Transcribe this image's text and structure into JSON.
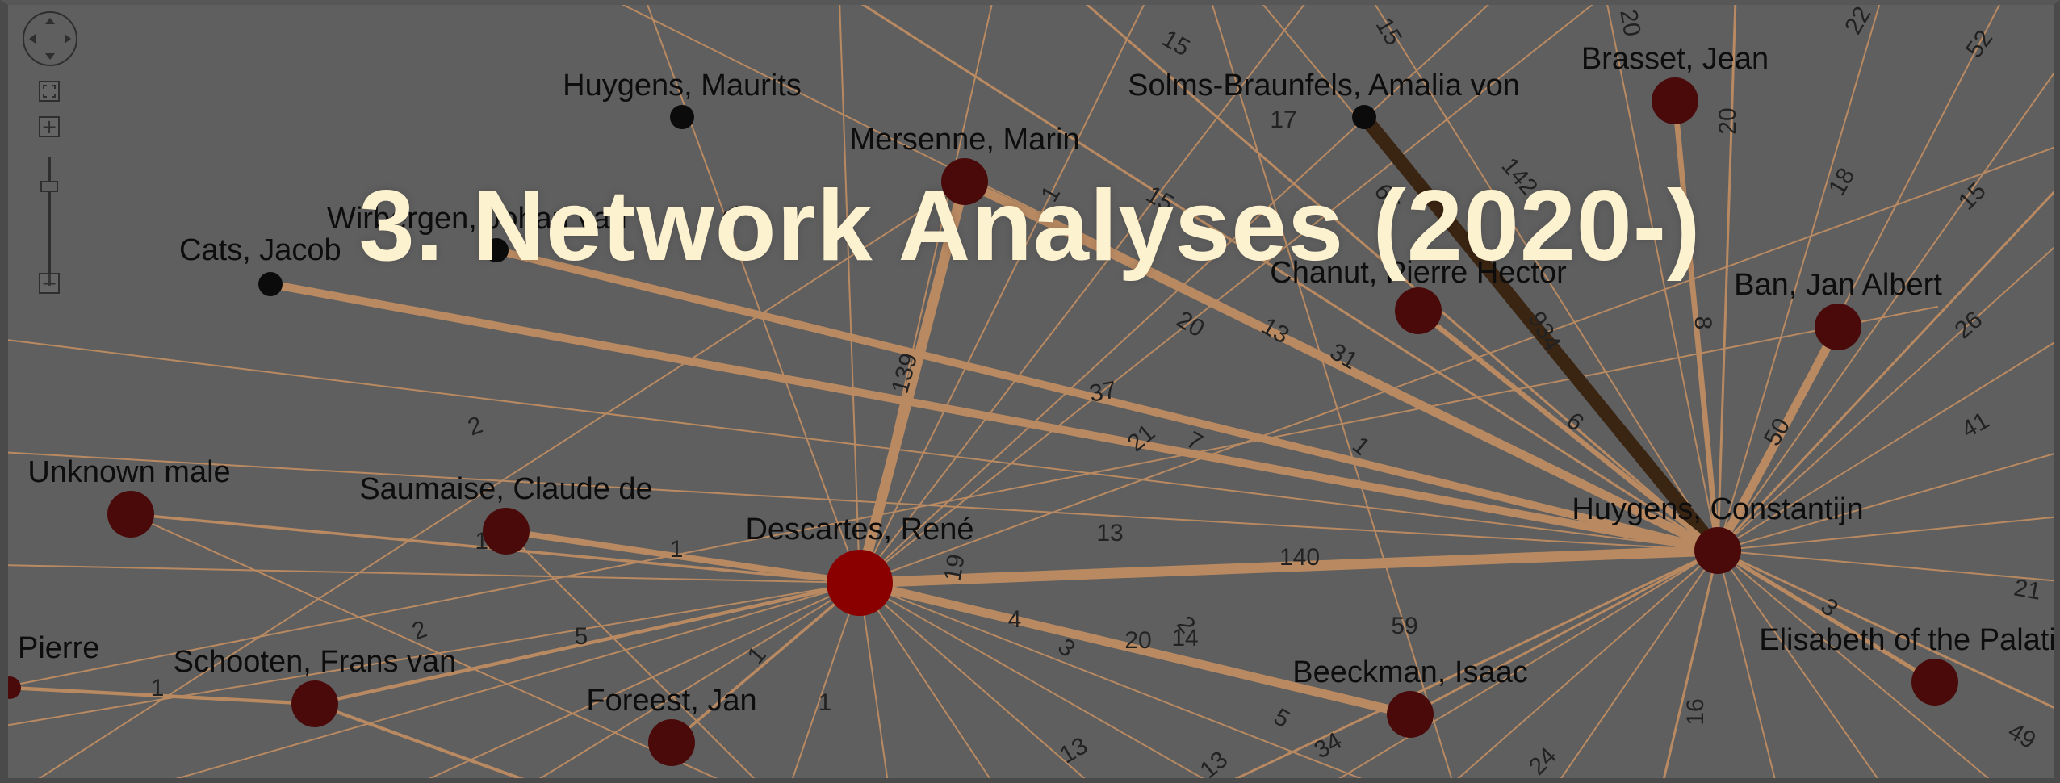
{
  "title": "3. Network Analyses (2020-)",
  "colors": {
    "background": "#5f5f5f",
    "edge": "#b98a62",
    "edge_dark": "#3a2412",
    "node_dark": "#4a0a0a",
    "node_red": "#8a0000",
    "node_black": "#0b0b0b",
    "title_text": "#fdf2d0",
    "accent": "#b01a5a"
  },
  "controls": {
    "pan_icon": "pan-compass-icon",
    "fit_icon": "fit-to-screen-icon",
    "zoom_in_label": "+",
    "zoom_out_label": "−"
  },
  "network": {
    "nodes": [
      {
        "id": "huygens_maurits",
        "label": "Huygens, Maurits",
        "kind": "black"
      },
      {
        "id": "mersenne",
        "label": "Mersenne, Marin",
        "kind": "dark"
      },
      {
        "id": "solms",
        "label": "Solms-Braunfels, Amalia von",
        "kind": "black"
      },
      {
        "id": "brasset",
        "label": "Brasset, Jean",
        "kind": "dark"
      },
      {
        "id": "wirbergen",
        "label": "Wirbergen, Johan van",
        "kind": "black"
      },
      {
        "id": "cats",
        "label": "Cats, Jacob",
        "kind": "black"
      },
      {
        "id": "chanut",
        "label": "Chanut, Pierre Hector",
        "kind": "dark"
      },
      {
        "id": "ban",
        "label": "Ban, Jan Albert",
        "kind": "dark"
      },
      {
        "id": "unknown_male",
        "label": "Unknown male",
        "kind": "dark"
      },
      {
        "id": "saumaise",
        "label": "Saumaise, Claude de",
        "kind": "dark"
      },
      {
        "id": "descartes",
        "label": "Descartes, René",
        "kind": "red"
      },
      {
        "id": "huygens_constantijn",
        "label": "Huygens, Constantijn",
        "kind": "dark"
      },
      {
        "id": "pierre",
        "label": "Pierre",
        "kind": "dark"
      },
      {
        "id": "schooten",
        "label": "Schooten, Frans van",
        "kind": "dark"
      },
      {
        "id": "foreest",
        "label": "Foreest, Jan",
        "kind": "dark"
      },
      {
        "id": "beeckman",
        "label": "Beeckman, Isaac",
        "kind": "dark"
      },
      {
        "id": "elisabeth",
        "label": "Elisabeth of the Palatinate",
        "kind": "dark"
      }
    ],
    "edges": [
      {
        "source": "solms",
        "target": "huygens_constantijn",
        "weight": 934
      },
      {
        "source": "descartes",
        "target": "huygens_constantijn",
        "weight": 140
      },
      {
        "source": "descartes",
        "target": "mersenne",
        "weight": 139
      },
      {
        "source": "saumaise",
        "target": "descartes",
        "weight": 12
      },
      {
        "source": "unknown_male",
        "target": "descartes",
        "weight": 1
      },
      {
        "source": "schooten",
        "target": "descartes",
        "weight": 2
      },
      {
        "source": "pierre",
        "target": "schooten",
        "weight": 2
      },
      {
        "source": "foreest",
        "target": "descartes",
        "weight": 1
      },
      {
        "source": "beeckman",
        "target": "descartes",
        "weight": 59
      },
      {
        "source": "elisabeth",
        "target": "huygens_constantijn",
        "weight": 3
      },
      {
        "source": "ban",
        "target": "huygens_constantijn",
        "weight": 50
      },
      {
        "source": "brasset",
        "target": "huygens_constantijn",
        "weight": 8
      },
      {
        "source": "chanut",
        "target": "huygens_constantijn",
        "weight": 6
      },
      {
        "source": "cats",
        "target": "huygens_constantijn",
        "weight": 37
      },
      {
        "source": "wirbergen",
        "target": "huygens_constantijn",
        "weight": 31
      },
      {
        "source": "mersenne",
        "target": "huygens_constantijn",
        "weight": 65
      }
    ],
    "edge_labels": [
      "15",
      "20",
      "22",
      "52",
      "15",
      "17",
      "142",
      "65",
      "20",
      "18",
      "15",
      "5",
      "1",
      "15",
      "934",
      "8",
      "26",
      "139",
      "20",
      "13",
      "31",
      "37",
      "21",
      "7",
      "6",
      "50",
      "41",
      "2",
      "1",
      "13",
      "140",
      "19",
      "12",
      "1",
      "2",
      "5",
      "4",
      "3",
      "20",
      "14",
      "59",
      "21",
      "3",
      "2",
      "1",
      "1",
      "1",
      "16",
      "5",
      "13",
      "34",
      "24",
      "13",
      "49"
    ]
  }
}
